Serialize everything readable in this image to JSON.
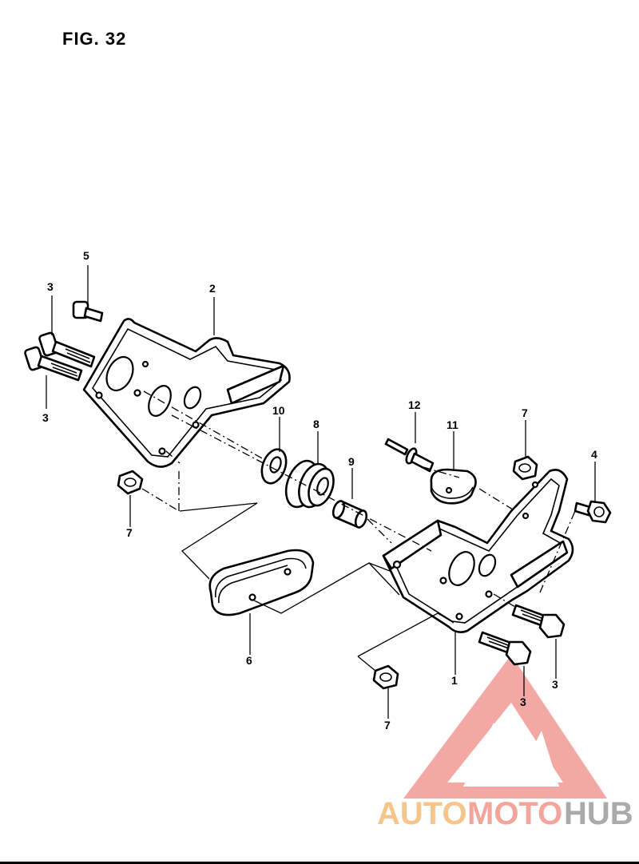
{
  "figure": {
    "title": "FIG. 32"
  },
  "callouts": {
    "c1": "1",
    "c2": "2",
    "c3a": "3",
    "c3b": "3",
    "c3c": "3",
    "c3d": "3",
    "c4": "4",
    "c5": "5",
    "c6": "6",
    "c7a": "7",
    "c7b": "7",
    "c7c": "7",
    "c8": "8",
    "c9": "9",
    "c10": "10",
    "c11": "11",
    "c12": "12"
  },
  "watermark": {
    "word_auto": "AUTO",
    "word_moto": "MOTO",
    "word_hub": "HUB",
    "colors": {
      "auto": "#f5c58c",
      "moto": "#f3a59c",
      "hub": "#aaaaaa",
      "triangle": "#f08b86"
    }
  }
}
